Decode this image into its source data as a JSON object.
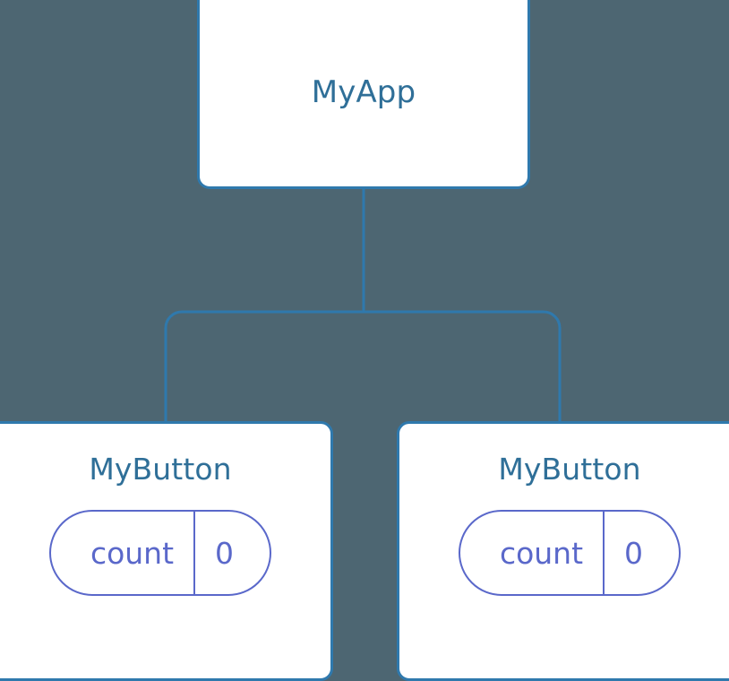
{
  "canvas": {
    "background_color": "#4d6672",
    "edge_color": "#2f79ad",
    "node_border_color": "#2f79ad",
    "node_fill_color": "#ffffff",
    "node_title_color": "#2f6f98",
    "state_color": "#5a68ca"
  },
  "tree": {
    "root": {
      "title": "MyApp"
    },
    "children": [
      {
        "title": "MyButton",
        "state": {
          "key": "count",
          "value": "0"
        }
      },
      {
        "title": "MyButton",
        "state": {
          "key": "count",
          "value": "0"
        }
      }
    ]
  }
}
